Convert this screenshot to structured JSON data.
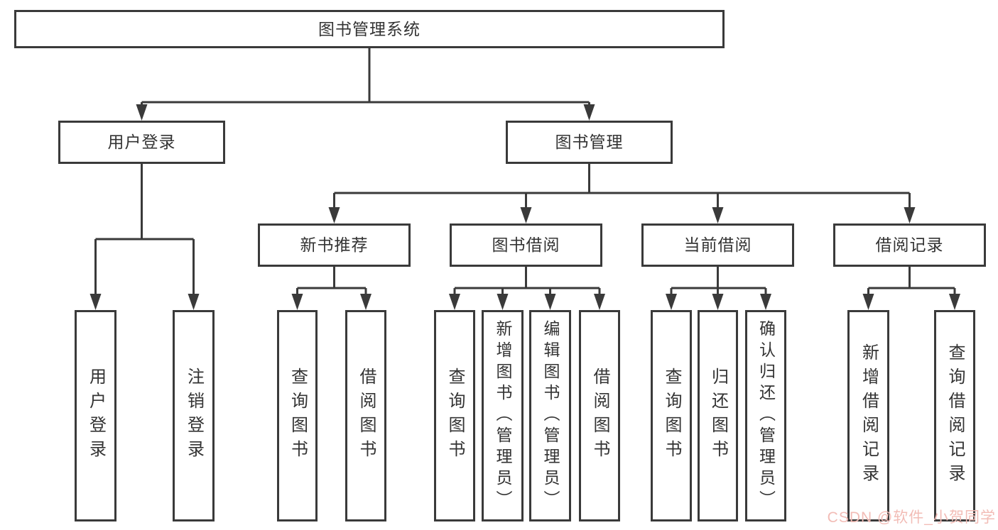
{
  "colors": {
    "line": "#3a3a3a",
    "box_border": "#3a3a3a",
    "text": "#333333",
    "background": "#ffffff",
    "watermark": "#f2bcb6"
  },
  "watermark": {
    "text": "CSDN @软件_小贺同学"
  },
  "tree": {
    "root": {
      "label": "图书管理系统"
    },
    "branches": [
      {
        "label": "用户登录",
        "children": [
          {
            "label": "用户登录"
          },
          {
            "label": "注销登录"
          }
        ]
      },
      {
        "label": "图书管理",
        "children": [
          {
            "label": "新书推荐",
            "children": [
              {
                "label": "查询图书"
              },
              {
                "label": "借阅图书"
              }
            ]
          },
          {
            "label": "图书借阅",
            "children": [
              {
                "label": "查询图书"
              },
              {
                "label": "新增图书（管理员）"
              },
              {
                "label": "编辑图书（管理员）"
              },
              {
                "label": "借阅图书"
              }
            ]
          },
          {
            "label": "当前借阅",
            "children": [
              {
                "label": "查询图书"
              },
              {
                "label": "归还图书"
              },
              {
                "label": "确认归还（管理员）"
              }
            ]
          },
          {
            "label": "借阅记录",
            "children": [
              {
                "label": "新增借阅记录"
              },
              {
                "label": "查询借阅记录"
              }
            ]
          }
        ]
      }
    ]
  }
}
